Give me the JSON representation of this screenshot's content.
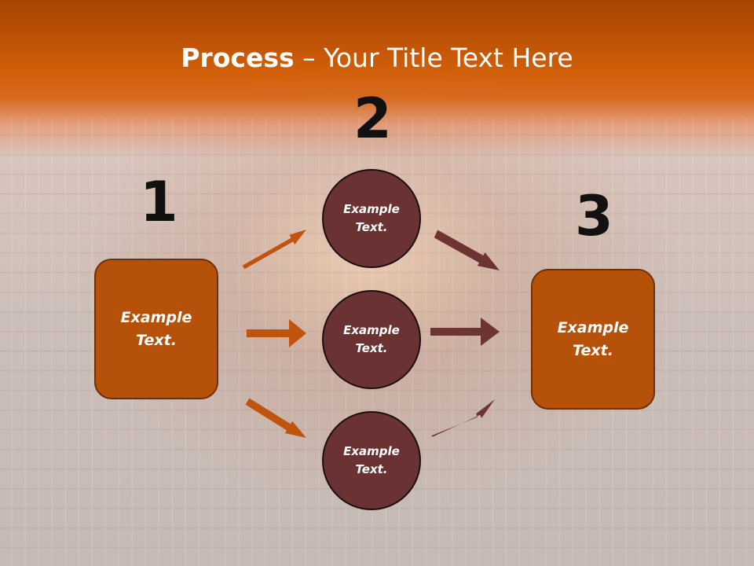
{
  "slide": {
    "title_bold": "Process",
    "title_rest": " – Your Title Text Here"
  },
  "steps": {
    "one": {
      "number": "1",
      "label": "Example\nText."
    },
    "two": {
      "number": "2"
    },
    "three": {
      "number": "3",
      "label": "Example\nText."
    }
  },
  "circles": [
    {
      "label": "Example\nText."
    },
    {
      "label": "Example\nText."
    },
    {
      "label": "Example\nText."
    }
  ],
  "colors": {
    "header": "#d2600a",
    "box_fill": "#b55108",
    "circle_fill": "#6a3232",
    "arrow_orange": "#c0530d",
    "arrow_maroon": "#6e3434"
  }
}
